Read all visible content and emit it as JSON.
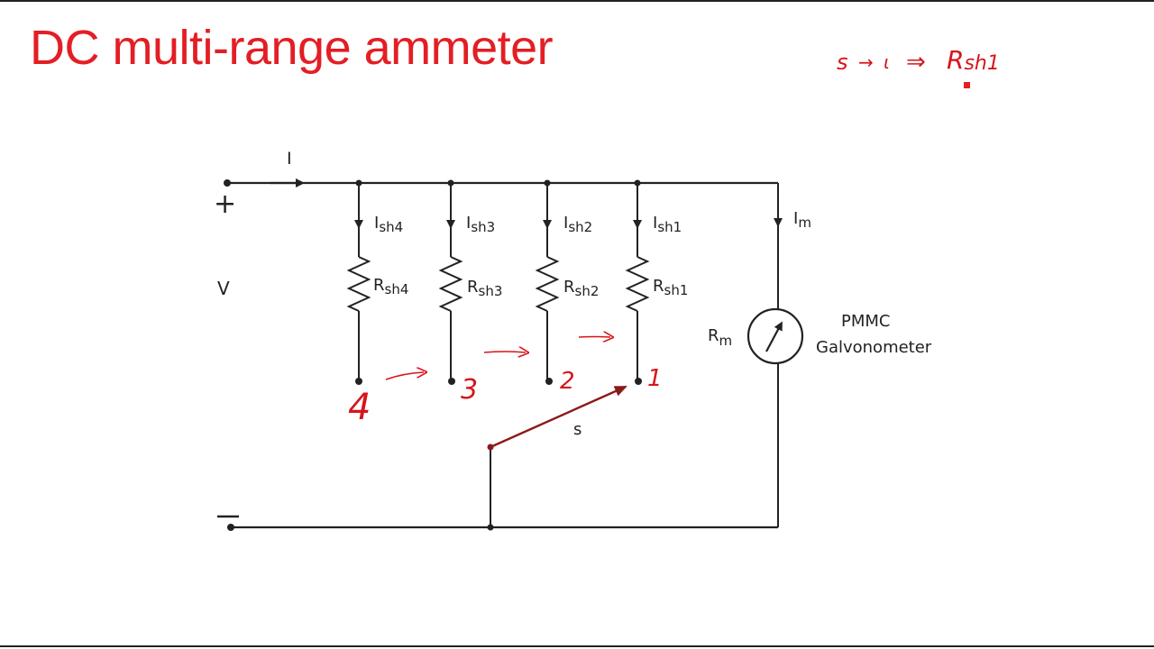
{
  "slide": {
    "title": "DC multi-range ammeter"
  },
  "annotations": {
    "selector_note": {
      "from": "s",
      "arrow": "→",
      "to_pos": "ι",
      "implies": "⇒",
      "result": "R",
      "result_sub": "sh1"
    },
    "handwritten_positions": [
      "4",
      "3",
      "2",
      "1"
    ]
  },
  "circuit": {
    "source": {
      "plus_label": "+",
      "minus_label": "−",
      "voltage_label": "V",
      "current_label": "I"
    },
    "branches": [
      {
        "current_main": "I",
        "current_sub": "sh4",
        "resistor_main": "R",
        "resistor_sub": "sh4"
      },
      {
        "current_main": "I",
        "current_sub": "sh3",
        "resistor_main": "R",
        "resistor_sub": "sh3"
      },
      {
        "current_main": "I",
        "current_sub": "sh2",
        "resistor_main": "R",
        "resistor_sub": "sh2"
      },
      {
        "current_main": "I",
        "current_sub": "sh1",
        "resistor_main": "R",
        "resistor_sub": "sh1"
      }
    ],
    "meter": {
      "current_main": "I",
      "current_sub": "m",
      "resistance_main": "R",
      "resistance_sub": "m",
      "name_line1": "PMMC",
      "name_line2": "Galvonometer"
    },
    "switch_label": "s"
  },
  "colors": {
    "title": "#e31e24",
    "wire": "#222222",
    "ink": "#d8141a",
    "switch": "#8b1a1a"
  }
}
